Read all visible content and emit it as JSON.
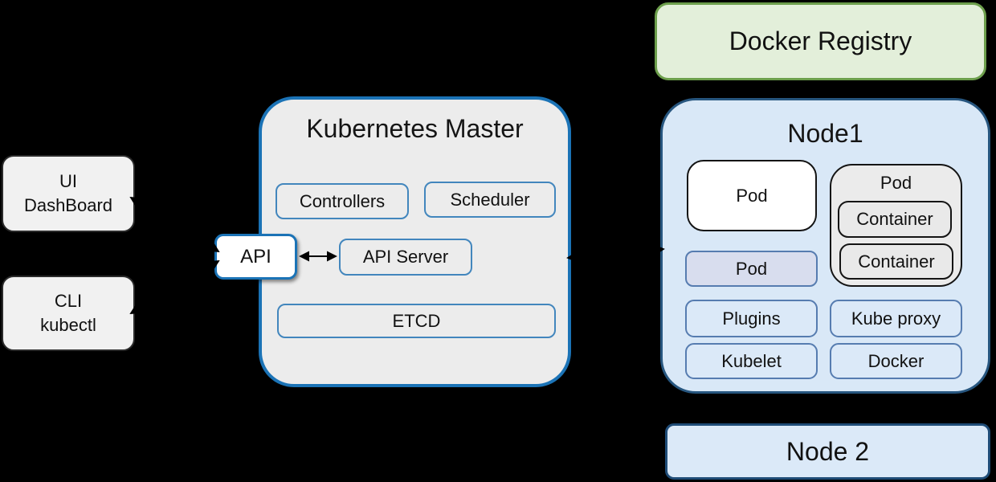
{
  "left_panel": {
    "ui_dashboard": {
      "line1": "UI",
      "line2": "DashBoard"
    },
    "cli_kubectl": {
      "line1": "CLI",
      "line2": "kubectl"
    }
  },
  "master": {
    "title": "Kubernetes Master",
    "controllers_label": "Controllers",
    "scheduler_label": "Scheduler",
    "api_label": "API",
    "api_server_label": "API Server",
    "etcd_label": "ETCD"
  },
  "docker_registry": {
    "label": "Docker Registry"
  },
  "node1": {
    "title": "Node1",
    "pod_white_label": "Pod",
    "pod_gray_label": "Pod",
    "containers": [
      "Container",
      "Container"
    ],
    "pod_blue_label": "Pod",
    "plugins_label": "Plugins",
    "kube_proxy_label": "Kube proxy",
    "kubelet_label": "Kubelet",
    "docker_label": "Docker"
  },
  "node2": {
    "label": "Node 2"
  },
  "colors": {
    "background": "#000000",
    "master_fill": "#ececec",
    "master_border": "#1b73b6",
    "node_fill": "#d9e8f7",
    "node_border": "#27567f",
    "registry_fill": "#e3efda",
    "registry_border": "#6d9f4c",
    "inner_blue_border": "#567cb0",
    "pod_blue_fill": "#d8ddee",
    "gray_pod_fill": "#ebebeb",
    "arrow": "#000000",
    "text": "#111111"
  }
}
